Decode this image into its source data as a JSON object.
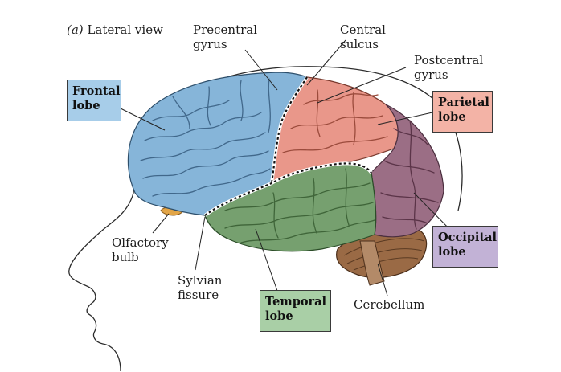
{
  "figure": {
    "panel_letter": "(a)",
    "panel_title": "Lateral view"
  },
  "regions": {
    "frontal": {
      "label_line1": "Frontal",
      "label_line2": "lobe",
      "color": "#a7cde9"
    },
    "parietal": {
      "label_line1": "Parietal",
      "label_line2": "lobe",
      "color": "#f3b3a6"
    },
    "occipital": {
      "label_line1": "Occipital",
      "label_line2": "lobe",
      "color": "#c2b2d6"
    },
    "temporal": {
      "label_line1": "Temporal",
      "label_line2": "lobe",
      "color": "#a9cfa6"
    }
  },
  "structures": {
    "precentral_gyrus": {
      "line1": "Precentral",
      "line2": "gyrus"
    },
    "central_sulcus": {
      "line1": "Central",
      "line2": "sulcus"
    },
    "postcentral_gyrus": {
      "line1": "Postcentral",
      "line2": "gyrus"
    },
    "olfactory_bulb": {
      "line1": "Olfactory",
      "line2": "bulb"
    },
    "sylvian_fissure": {
      "line1": "Sylvian",
      "line2": "fissure"
    },
    "cerebellum": {
      "line1": "Cerebellum"
    }
  },
  "colors": {
    "frontal_fill": "#86b5d9",
    "parietal_fill": "#e9978a",
    "occipital_fill": "#9b6e85",
    "temporal_fill": "#76a06f",
    "cerebellum_fill": "#9a6a45",
    "olfactory_fill": "#e2a547"
  }
}
